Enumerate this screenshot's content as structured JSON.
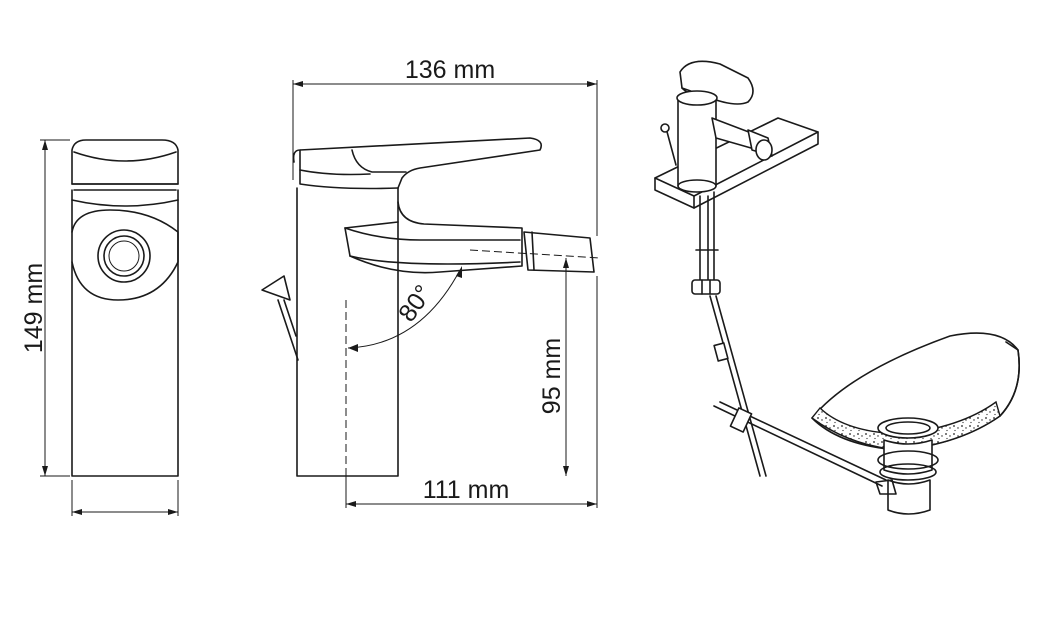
{
  "dimensions": {
    "height": "149 mm",
    "total_length": "136 mm",
    "spout_reach": "111 mm",
    "spout_height": "95 mm",
    "spout_angle": "80°"
  }
}
